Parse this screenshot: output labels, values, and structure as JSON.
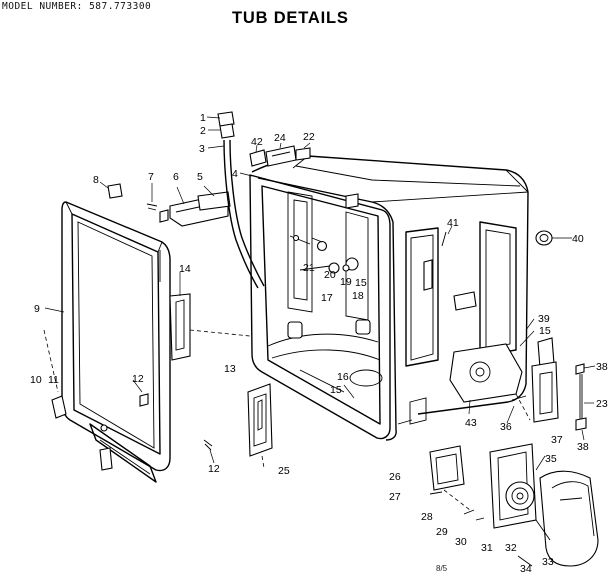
{
  "header": {
    "model_text": "MODEL NUMBER:  587.773300",
    "title": "TUB DETAILS"
  },
  "callouts": [
    {
      "label": "1"
    },
    {
      "label": "2"
    },
    {
      "label": "3"
    },
    {
      "label": "4"
    },
    {
      "label": "5"
    },
    {
      "label": "6"
    },
    {
      "label": "7"
    },
    {
      "label": "8"
    },
    {
      "label": "9"
    },
    {
      "label": "10"
    },
    {
      "label": "11"
    },
    {
      "label": "12"
    },
    {
      "label": "12"
    },
    {
      "label": "13"
    },
    {
      "label": "14"
    },
    {
      "label": "15"
    },
    {
      "label": "15"
    },
    {
      "label": "15"
    },
    {
      "label": "16"
    },
    {
      "label": "17"
    },
    {
      "label": "18"
    },
    {
      "label": "19"
    },
    {
      "label": "20"
    },
    {
      "label": "21"
    },
    {
      "label": "22"
    },
    {
      "label": "24"
    },
    {
      "label": "25"
    },
    {
      "label": "26"
    },
    {
      "label": "27"
    },
    {
      "label": "28"
    },
    {
      "label": "29"
    },
    {
      "label": "30"
    },
    {
      "label": "31"
    },
    {
      "label": "32"
    },
    {
      "label": "33"
    },
    {
      "label": "34"
    },
    {
      "label": "35"
    },
    {
      "label": "36"
    },
    {
      "label": "37"
    },
    {
      "label": "38"
    },
    {
      "label": "38"
    },
    {
      "label": "39"
    },
    {
      "label": "40"
    },
    {
      "label": "41"
    },
    {
      "label": "42"
    },
    {
      "label": "43"
    },
    {
      "label": "23"
    }
  ],
  "footer": {
    "code": "8/5"
  }
}
